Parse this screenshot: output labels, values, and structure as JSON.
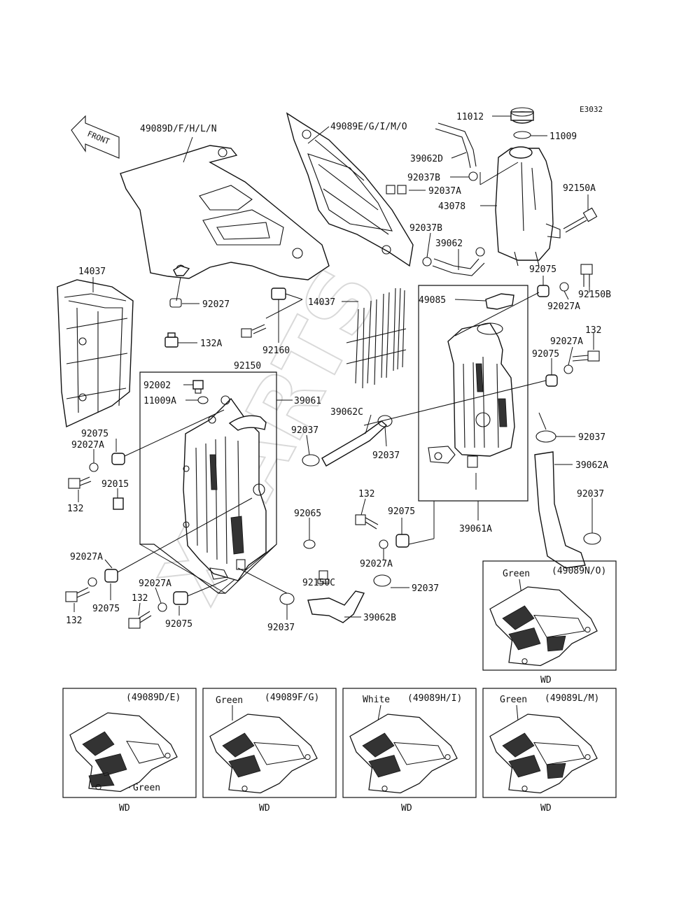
{
  "figure_code": "E3032",
  "watermark": "XPARTS",
  "front_label": "FRONT",
  "labels": {
    "shroud_left": "49089D/F/H/L/N",
    "shroud_right": "49089E/G/I/M/O",
    "cap": "11012",
    "cap_gasket": "11009",
    "tube_d": "39062D",
    "clamp_b1": "92037B",
    "clamp_a1": "92037A",
    "tank": "43078",
    "bolt_150a": "92150A",
    "clamp_b2": "92037B",
    "tube": "39062",
    "grille_left": "14037",
    "grille_right": "14037",
    "grommet_top": "92027",
    "collar_132a": "132A",
    "bolt_160": "92160",
    "damper_r1": "92075",
    "washer_r1": "92027A",
    "bolt_150b": "92150B",
    "cover_85": "49085",
    "bolt_r132": "132",
    "washer_r2": "92027A",
    "damper_r2": "92075",
    "bolt_150": "92150",
    "radiator_left": "39061",
    "plug_002": "92002",
    "gasket_009a": "11009A",
    "damper_l1": "92075",
    "washer_l1": "92027A",
    "hose_c": "39062C",
    "clamp_l1": "92037",
    "clamp_c": "92037",
    "clamp_r1": "92037",
    "hose_a": "39062A",
    "clip_015": "92015",
    "bolt_l132": "132",
    "bolt_c132": "132",
    "damper_c": "92075",
    "radiator_right": "39061A",
    "clamp_r2": "92037",
    "washer_065": "92065",
    "washer_c": "92027A",
    "bolt_150c": "92150C",
    "clamp_c2": "92037",
    "washer_l2": "92027A",
    "damper_l2": "92075",
    "bolt_l132b": "132",
    "washer_l3": "92027A",
    "bolt_l132c": "132",
    "damper_l3": "92075",
    "clamp_c3": "92037",
    "hose_b": "39062B"
  },
  "variants": [
    {
      "code": "(49089D/E)",
      "color": "Green",
      "region": "WD"
    },
    {
      "code": "(49089F/G)",
      "color": "Green",
      "region": "WD"
    },
    {
      "code": "(49089H/I)",
      "color": "White",
      "region": "WD"
    },
    {
      "code": "(49089L/M)",
      "color": "Green",
      "region": "WD"
    },
    {
      "code": "(49089N/O)",
      "color": "Green",
      "region": "WD"
    }
  ]
}
